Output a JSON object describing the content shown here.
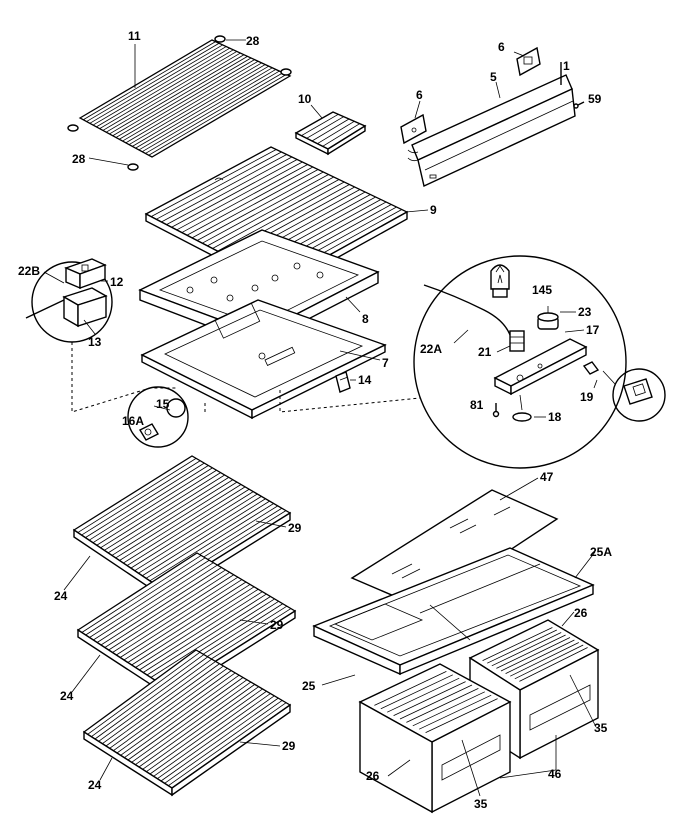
{
  "diagram": {
    "callouts": {
      "c11": "11",
      "c28_top": "28",
      "c28_left": "28",
      "c10": "10",
      "c6_top": "6",
      "c6_mid": "6",
      "c5": "5",
      "c1": "1",
      "c59": "59",
      "c9": "9",
      "c22B": "22B",
      "c12": "12",
      "c13": "13",
      "c8": "8",
      "c7": "7",
      "c14": "14",
      "c15": "15",
      "c16A": "16A",
      "c145": "145",
      "c23": "23",
      "c17": "17",
      "c22A": "22A",
      "c21": "21",
      "c19": "19",
      "c81": "81",
      "c18": "18",
      "c29_a": "29",
      "c24_a": "24",
      "c29_b": "29",
      "c24_b": "24",
      "c29_c": "29",
      "c24_c": "24",
      "c47": "47",
      "c25A": "25A",
      "c26_right": "26",
      "c25": "25",
      "c35_right": "35",
      "c26_left": "26",
      "c46": "46",
      "c35_left": "35"
    }
  }
}
